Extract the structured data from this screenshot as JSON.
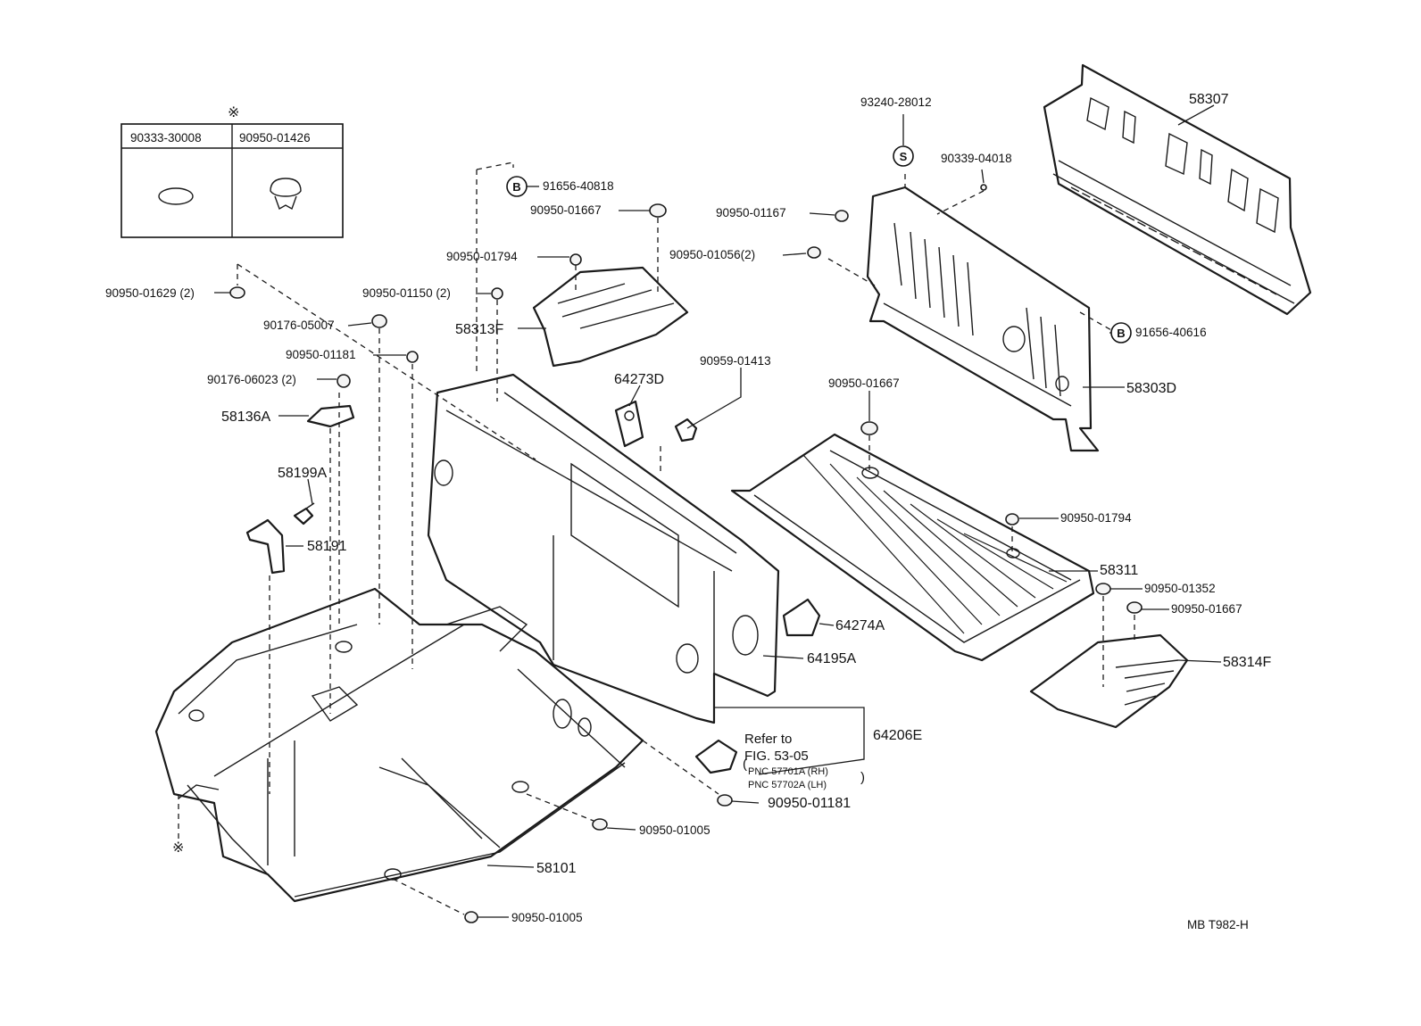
{
  "legend": {
    "mark": "※",
    "col1": "90333-30008",
    "col2": "90950-01426"
  },
  "labels": {
    "l_91656_40818": "91656-40818",
    "l_90950_01667_a": "90950-01667",
    "l_90950_01794_a": "90950-01794",
    "l_90950_01629": "90950-01629 (2)",
    "l_90950_01150": "90950-01150 (2)",
    "l_90176_05007": "90176-05007",
    "l_58313F": "58313F",
    "l_90950_01181_a": "90950-01181",
    "l_90176_06023": "90176-06023 (2)",
    "l_58136A": "58136A",
    "l_58199A": "58199A",
    "l_58191": "58191",
    "l_64273D": "64273D",
    "l_90959_01413": "90959-01413",
    "l_93240_28012": "93240-28012",
    "l_90339_04018": "90339-04018",
    "l_90950_01167": "90950-01167",
    "l_90950_01056": "90950-01056(2)",
    "l_58307": "58307",
    "l_91656_40616": "91656-40616",
    "l_58303D": "58303D",
    "l_90950_01667_b": "90950-01667",
    "l_90950_01794_b": "90950-01794",
    "l_58311": "58311",
    "l_90950_01352": "90950-01352",
    "l_90950_01667_c": "90950-01667",
    "l_58314F": "58314F",
    "l_64274A": "64274A",
    "l_64195A": "64195A",
    "l_64206E": "64206E",
    "l_refer1": "Refer to",
    "l_refer2": "FIG. 53-05",
    "l_pnc1": "PNC 57701A (RH)",
    "l_pnc2": "PNC 57702A (LH)",
    "l_90950_01181_b": "90950-01181",
    "l_90950_01005_a": "90950-01005",
    "l_58101": "58101",
    "l_90950_01005_b": "90950-01005",
    "mark_bottom": "※",
    "circle_B1": "B",
    "circle_B2": "B",
    "circle_S": "S",
    "footer": "MB  T982-H"
  }
}
